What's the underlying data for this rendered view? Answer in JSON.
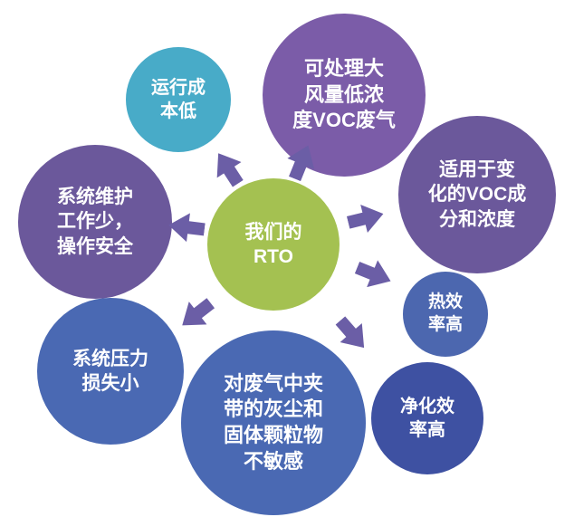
{
  "diagram": {
    "center": {
      "label": "我们的\nRTO",
      "color": "#a4c151",
      "text_color": "#ffffff"
    },
    "arrow_color": "#6b5ea6",
    "nodes": [
      {
        "id": "operating-cost",
        "label": "运行成\n本低",
        "color": "#48abc8"
      },
      {
        "id": "large-volume-voc",
        "label": "可处理大\n风量低浓\n度VOC废气",
        "color": "#7b5ca8"
      },
      {
        "id": "variable-voc",
        "label": "适用于变\n化的VOC成\n分和浓度",
        "color": "#6b589b"
      },
      {
        "id": "thermal-efficiency",
        "label": "热效\n率高",
        "color": "#4c67af"
      },
      {
        "id": "purification-efficiency",
        "label": "净化效\n率高",
        "color": "#3e51a2"
      },
      {
        "id": "dust-insensitive",
        "label": "对废气中夹\n带的灰尘和\n固体颗粒物\n不敏感",
        "color": "#4a69b3"
      },
      {
        "id": "pressure-loss",
        "label": "系统压力\n损失小",
        "color": "#4a69b3"
      },
      {
        "id": "maintenance",
        "label": "系统维护\n工作少，\n操作安全",
        "color": "#6b589b"
      }
    ]
  }
}
